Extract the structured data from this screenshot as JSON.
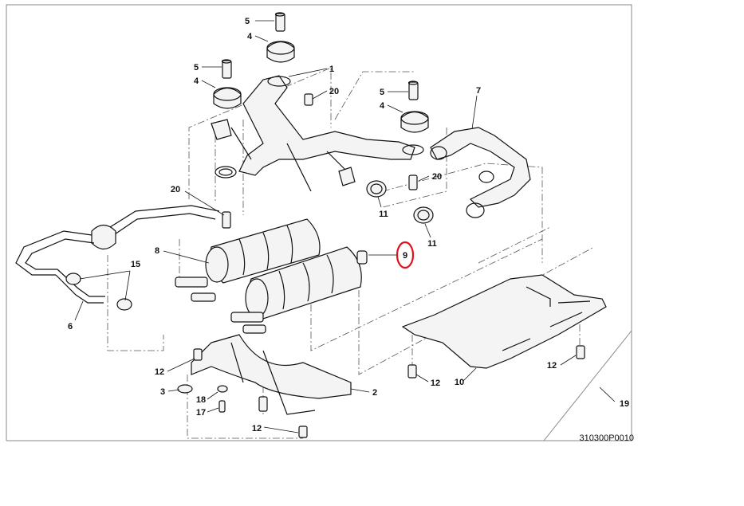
{
  "drawing_number": "310300P0010",
  "highlight_color": "#e0101a",
  "callouts": [
    {
      "id": "c5a",
      "text": "5"
    },
    {
      "id": "c4a",
      "text": "4"
    },
    {
      "id": "c5b",
      "text": "5"
    },
    {
      "id": "c4b",
      "text": "4"
    },
    {
      "id": "c1",
      "text": "1"
    },
    {
      "id": "c20a",
      "text": "20"
    },
    {
      "id": "c5c",
      "text": "5"
    },
    {
      "id": "c4c",
      "text": "4"
    },
    {
      "id": "c7",
      "text": "7"
    },
    {
      "id": "c20b",
      "text": "20"
    },
    {
      "id": "c20c",
      "text": "20"
    },
    {
      "id": "c11a",
      "text": "11"
    },
    {
      "id": "c11b",
      "text": "11"
    },
    {
      "id": "c8",
      "text": "8"
    },
    {
      "id": "c9",
      "text": "9",
      "highlighted": true
    },
    {
      "id": "c15",
      "text": "15"
    },
    {
      "id": "c6",
      "text": "6"
    },
    {
      "id": "c12a",
      "text": "12"
    },
    {
      "id": "c3",
      "text": "3"
    },
    {
      "id": "c18",
      "text": "18"
    },
    {
      "id": "c17",
      "text": "17"
    },
    {
      "id": "c12b",
      "text": "12"
    },
    {
      "id": "c2",
      "text": "2"
    },
    {
      "id": "c12c",
      "text": "12"
    },
    {
      "id": "c10",
      "text": "10"
    },
    {
      "id": "c12d",
      "text": "12"
    },
    {
      "id": "c19",
      "text": "19"
    }
  ]
}
